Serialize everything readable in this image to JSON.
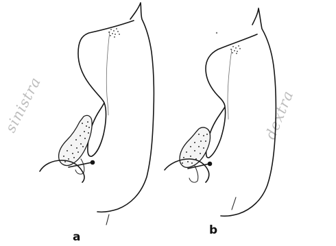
{
  "panels": [
    {
      "id": "a",
      "label": "a",
      "handwriting": "sinistra"
    },
    {
      "id": "b",
      "label": "b",
      "handwriting": "dextra"
    }
  ],
  "colors": {
    "ink": "#151515",
    "background": "#ffffff",
    "handwriting": "#bdbdbd",
    "stipple_fill": "#f4f4f4"
  }
}
